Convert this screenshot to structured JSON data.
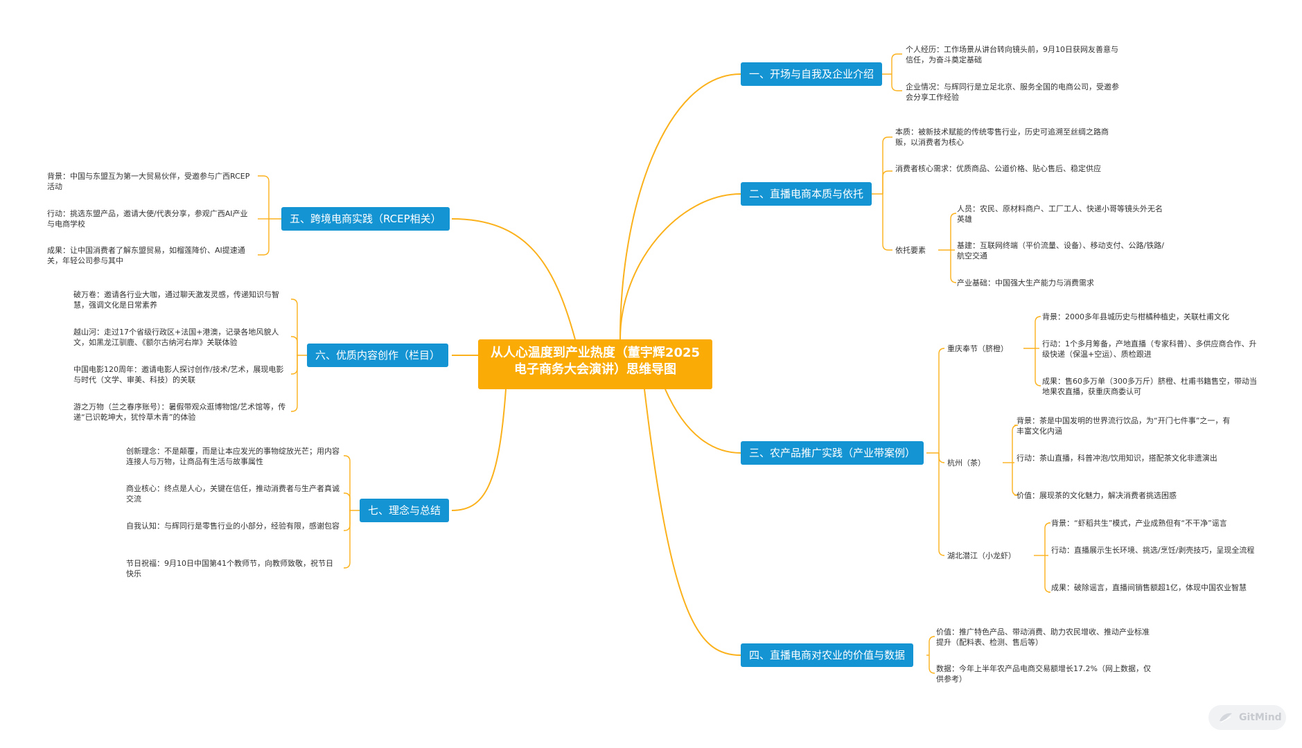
{
  "root": "从人心温度到产业热度（董宇辉2025电子商务大会演讲）思维导图",
  "colors": {
    "root": "#fbab06",
    "branch": "#1594d3",
    "link": "#fbb11b"
  },
  "branches": {
    "b1": {
      "title": "一、开场与自我及企业介绍",
      "items": {
        "l1": "个人经历：工作场景从讲台转向镜头前，9月10日获网友善意与信任，为奋斗奠定基础",
        "l2": "企业情况：与辉同行是立足北京、服务全国的电商公司，受邀参会分享工作经验"
      }
    },
    "b2": {
      "title": "二、直播电商本质与依托",
      "items": {
        "l1": "本质：被新技术赋能的传统零售行业，历史可追溯至丝绸之路商贩，以消费者为核心",
        "l2": "消费者核心需求：优质商品、公道价格、贴心售后、稳定供应",
        "l3": "依托要素",
        "s1": "人员：农民、原材料商户、工厂工人、快递小哥等镜头外无名英雄",
        "s2": "基建：互联网终端（平价流量、设备）、移动支付、公路/铁路/航空交通",
        "s3": "产业基础：中国强大生产能力与消费需求"
      }
    },
    "b3": {
      "title": "三、农产品推广实践（产业带案例）",
      "items": {
        "g1": "重庆奉节（脐橙）",
        "g1a": "背景：2000多年县城历史与柑橘种植史，关联杜甫文化",
        "g1b": "行动：1个多月筹备，产地直播（专家科普）、多供应商合作、升级快递（保温+空运）、质检跟进",
        "g1c": "成果：售60多万单（300多万斤）脐橙、杜甫书籍售空，带动当地果农直播，获重庆商委认可",
        "g2": "杭州（茶）",
        "g2a": "背景：茶是中国发明的世界流行饮品，为“开门七件事”之一，有丰富文化内涵",
        "g2b": "行动：茶山直播，科普冲泡/饮用知识，搭配茶文化非遗演出",
        "g2c": "价值：展现茶的文化魅力，解决消费者挑选困惑",
        "g3": "湖北潜江（小龙虾）",
        "g3a": "背景：“虾稻共生”模式，产业成熟但有“不干净”谣言",
        "g3b": "行动：直播展示生长环境、挑选/烹饪/剥壳技巧，呈现全流程",
        "g3c": "成果：破除谣言，直播间销售额超1亿，体现中国农业智慧"
      }
    },
    "b4": {
      "title": "四、直播电商对农业的价值与数据",
      "items": {
        "l1": "价值：推广特色产品、带动消费、助力农民增收、推动产业标准提升（配料表、检测、售后等）",
        "l2": "数据：今年上半年农产品电商交易额增长17.2%（网上数据，仅供参考）"
      }
    },
    "b5": {
      "title": "五、跨境电商实践（RCEP相关）",
      "items": {
        "l1": "背景：中国与东盟互为第一大贸易伙伴，受邀参与广西RCEP活动",
        "l2": "行动：挑选东盟产品，邀请大使/代表分享，参观广西AI产业与电商学校",
        "l3": "成果：让中国消费者了解东盟贸易，如榴莲降价、AI提速通关，年轻公司参与其中"
      }
    },
    "b6": {
      "title": "六、优质内容创作（栏目）",
      "items": {
        "l1": "破万卷：邀请各行业大咖，通过聊天激发灵感，传递知识与智慧，强调文化是日常素养",
        "l2": "越山河：走过17个省级行政区+法国+港澳，记录各地风貌人文，如黑龙江驯鹿、《额尔古纳河右岸》关联体验",
        "l3": "中国电影120周年：邀请电影人探讨创作/技术/艺术，展现电影与时代（文学、审美、科技）的关联",
        "l4": "游之万物（兰之春序账号）：暑假带观众逛博物馆/艺术馆等，传递“已识乾坤大，犹怜草木青”的体验"
      }
    },
    "b7": {
      "title": "七、理念与总结",
      "items": {
        "l1": "创新理念：不是颠覆，而是让本应发光的事物绽放光芒；用内容连接人与万物，让商品有生活与故事属性",
        "l2": "商业核心：终点是人心，关键在信任，推动消费者与生产者真诚交流",
        "l3": "自我认知：与辉同行是零售行业的小部分，经验有限，感谢包容",
        "l4": "节日祝福：9月10日中国第41个教师节，向教师致敬，祝节日快乐"
      }
    }
  },
  "brand": "GitMind"
}
